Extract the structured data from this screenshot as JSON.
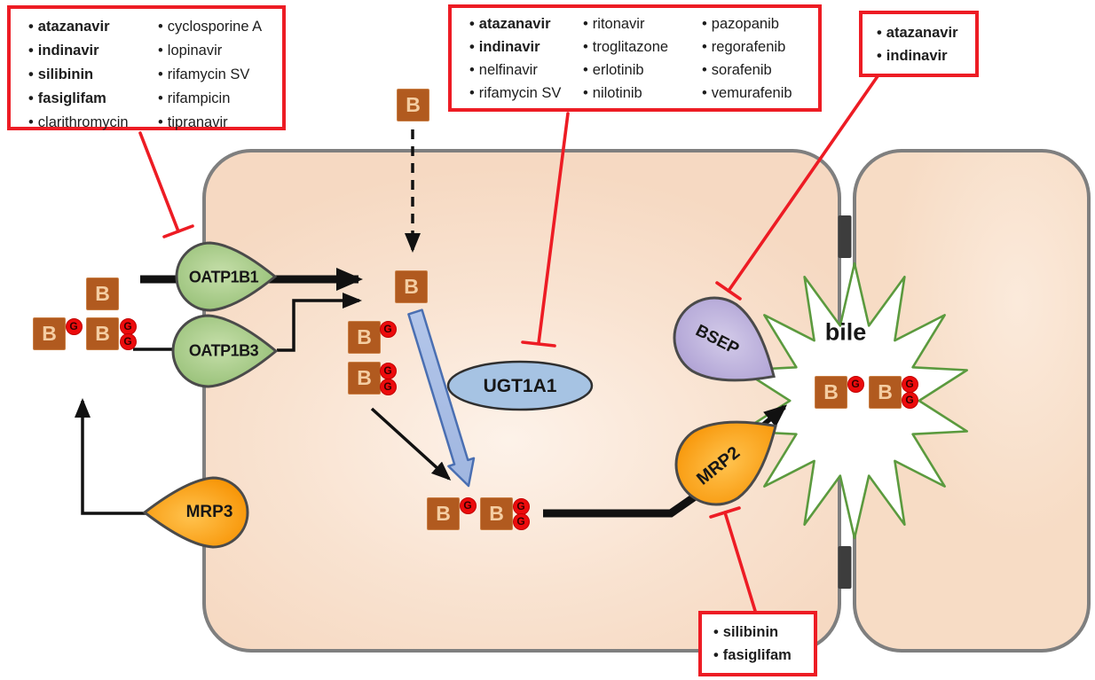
{
  "glyphs": {
    "bullet": "•"
  },
  "molecule": {
    "b": "B",
    "g": "G"
  },
  "labels": {
    "oatp1b1": "OATP1B1",
    "oatp1b3": "OATP1B3",
    "mrp3": "MRP3",
    "mrp2": "MRP2",
    "bsep": "BSEP",
    "ugt1a1": "UGT1A1",
    "bile": "bile"
  },
  "boxes": {
    "oatp": {
      "col1": [
        {
          "text": "atazanavir",
          "bold": true
        },
        {
          "text": "indinavir",
          "bold": true
        },
        {
          "text": "silibinin",
          "bold": true
        },
        {
          "text": "fasiglifam",
          "bold": true
        },
        {
          "text": "clarithromycin",
          "bold": false
        }
      ],
      "col2": [
        {
          "text": "cyclosporine A",
          "bold": false
        },
        {
          "text": "lopinavir",
          "bold": false
        },
        {
          "text": "rifamycin SV",
          "bold": false
        },
        {
          "text": "rifampicin",
          "bold": false
        },
        {
          "text": "tipranavir",
          "bold": false
        }
      ]
    },
    "ugt": {
      "col1": [
        {
          "text": "atazanavir",
          "bold": true
        },
        {
          "text": "indinavir",
          "bold": true
        },
        {
          "text": "nelfinavir",
          "bold": false
        },
        {
          "text": "rifamycin SV",
          "bold": false
        }
      ],
      "col2": [
        {
          "text": "ritonavir",
          "bold": false
        },
        {
          "text": "troglitazone",
          "bold": false
        },
        {
          "text": "erlotinib",
          "bold": false
        },
        {
          "text": "nilotinib",
          "bold": false
        }
      ],
      "col3": [
        {
          "text": "pazopanib",
          "bold": false
        },
        {
          "text": "regorafenib",
          "bold": false
        },
        {
          "text": "sorafenib",
          "bold": false
        },
        {
          "text": "vemurafenib",
          "bold": false
        }
      ]
    },
    "bsep": {
      "col1": [
        {
          "text": "atazanavir",
          "bold": true
        },
        {
          "text": "indinavir",
          "bold": true
        }
      ]
    },
    "mrp2": {
      "col1": [
        {
          "text": "silibinin",
          "bold": true
        },
        {
          "text": "fasiglifam",
          "bold": true
        }
      ]
    }
  },
  "colors": {
    "inhibitor_red": "#ed1c24",
    "transporter_green": "#9cc57e",
    "transporter_orange": "#f79100",
    "transporter_purple": "#ab9dd2",
    "enzyme_blue": "#a6c3e3",
    "bilirubin_brown": "#b15a1f",
    "glucuronide_red": "#ec0b0c",
    "membrane_gray": "#7f7f7f",
    "microvilli_green": "#5b9a3e",
    "cytosol_peach": "#f7dcc5"
  }
}
